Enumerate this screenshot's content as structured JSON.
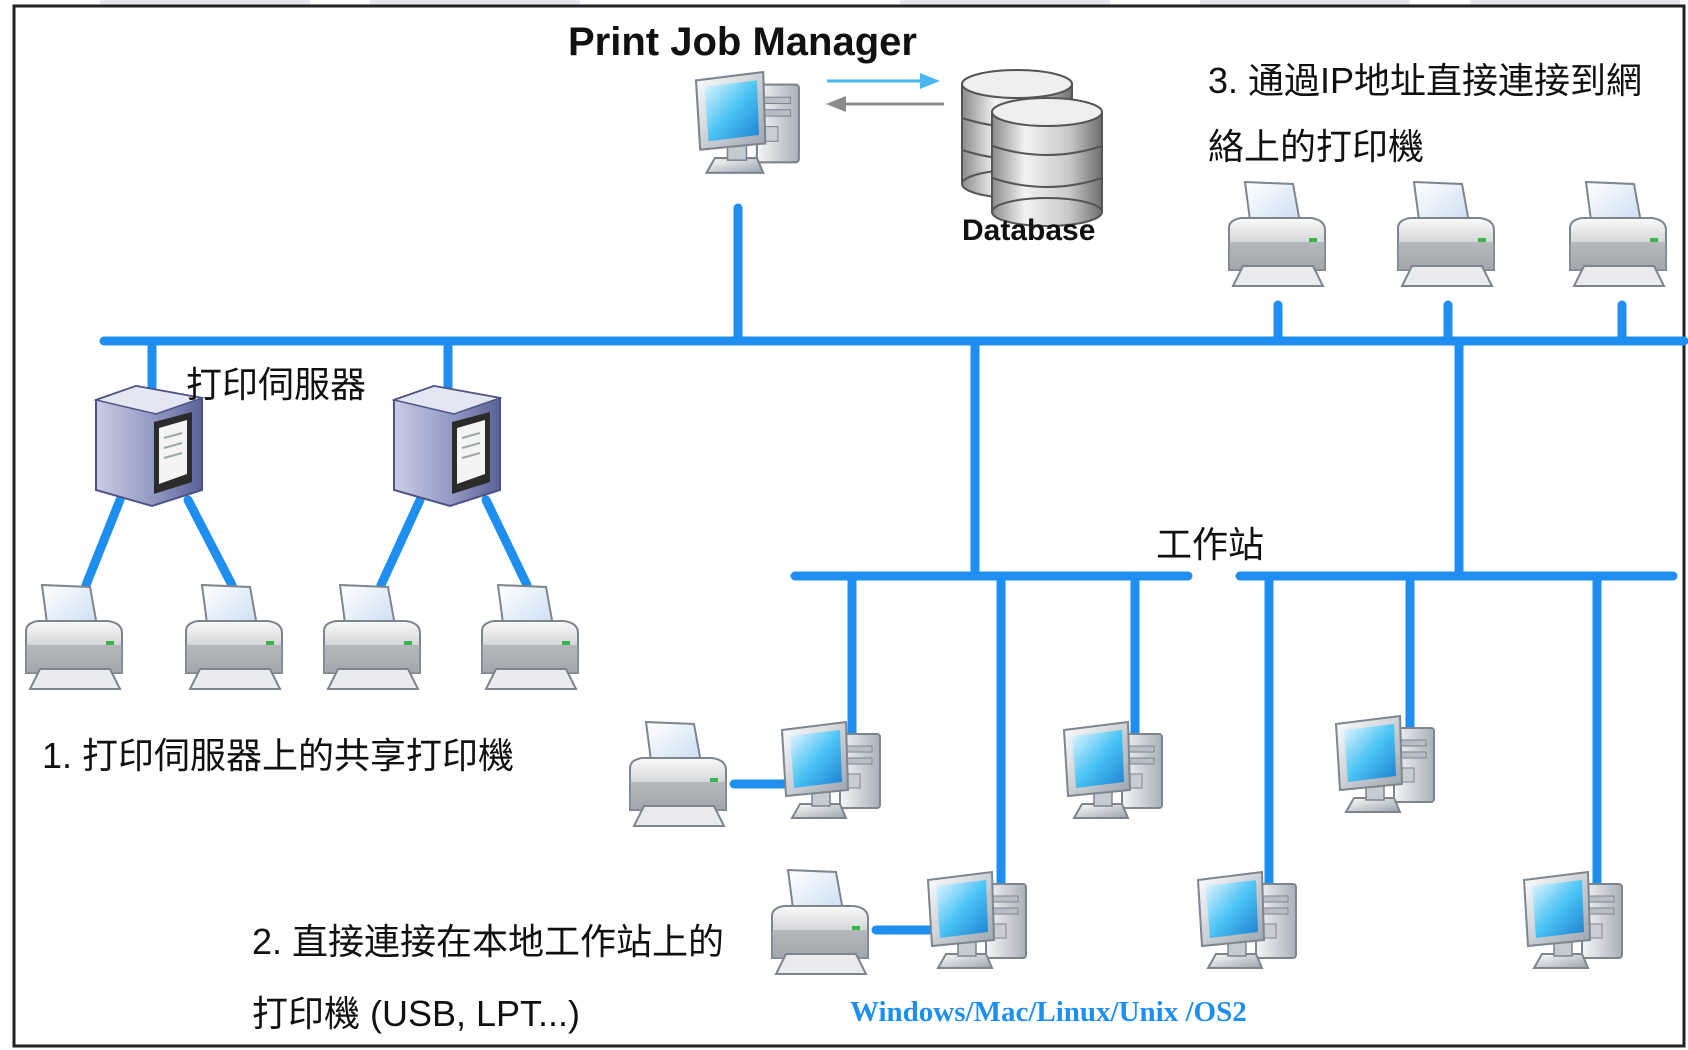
{
  "title": "Print Job Manager",
  "database_label": "Database",
  "ip_printers_label": "3. 通過IP地址直接連接到網絡上的打印機",
  "print_server_label": "打印伺服器",
  "workstation_label": "工作站",
  "shared_printers_label": "1. 打印伺服器上的共享打印機",
  "local_printers_label": "2. 直接連接在本地工作站上的打印機 (USB, LPT...)",
  "os_label": "Windows/Mac/Linux/Unix /OS2",
  "colors": {
    "network_line": "#1e8ff0",
    "os_text": "#1e8ff0",
    "frame": "#222222"
  },
  "icons": [
    "computer-icon",
    "database-icon",
    "printer-icon",
    "print-server-icon",
    "arrow-right-icon",
    "arrow-left-icon"
  ]
}
